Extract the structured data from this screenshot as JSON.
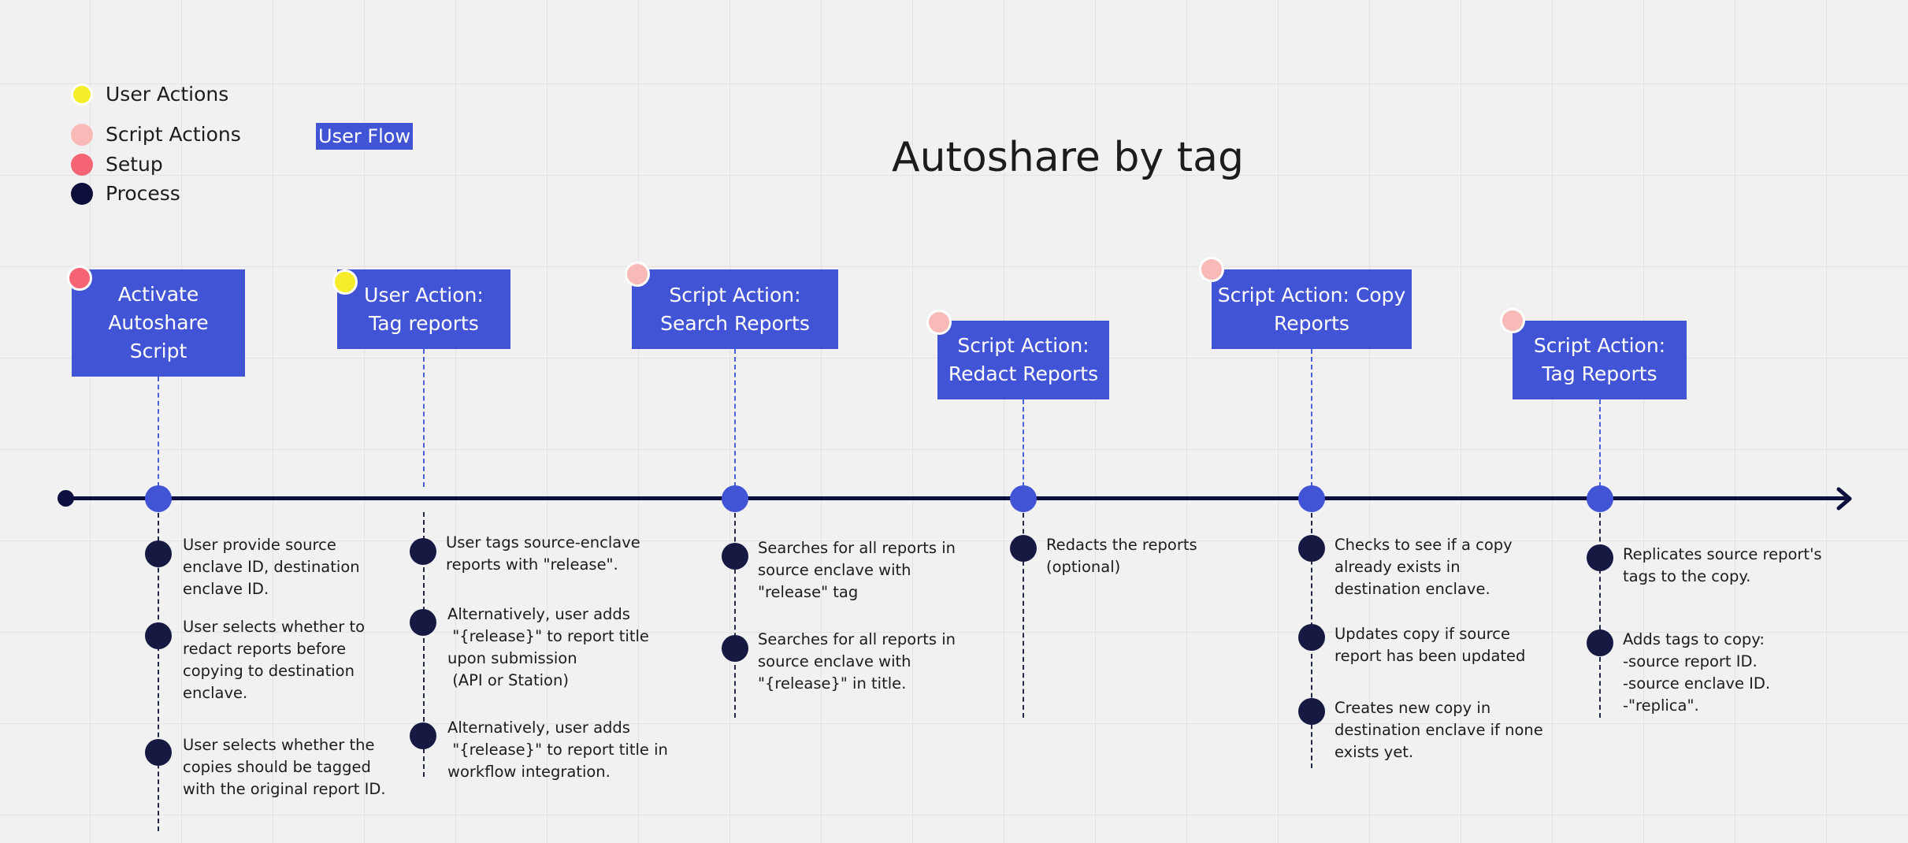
{
  "legend": [
    {
      "label": "User Actions",
      "color": "#f7ec2a"
    },
    {
      "label": "Script Actions",
      "color": "#f9b9b6"
    },
    {
      "label": "Setup",
      "color": "#f56475"
    },
    {
      "label": "Process",
      "color": "#0d0f3a"
    }
  ],
  "tag": "User Flow",
  "title": "Autoshare by tag",
  "steps": [
    {
      "label": "Activate\nAutoshare\nScript",
      "badge_color": "#f56475",
      "details": [
        "User provide source\nenclave ID, destination\nenclave ID.",
        "User selects whether to\nredact reports before\ncopying to destination\nenclave.",
        "User selects whether the\ncopies should be tagged\nwith the original report ID."
      ]
    },
    {
      "label": "User Action:\nTag reports",
      "badge_color": "#f7ec2a",
      "details": [
        "User tags source-enclave\nreports with \"release\".",
        "Alternatively, user adds\n \"{release}\" to report title\nupon submission\n (API or Station)",
        "Alternatively, user adds\n \"{release}\" to report title in\nworkflow integration."
      ]
    },
    {
      "label": "Script Action:\nSearch Reports",
      "badge_color": "#f9b9b6",
      "details": [
        "Searches for all reports in\nsource enclave with\n\"release\" tag",
        "Searches for all reports in\nsource enclave with\n\"{release}\" in title."
      ]
    },
    {
      "label": "Script Action:\nRedact Reports",
      "badge_color": "#f9b9b6",
      "details": [
        "Redacts the reports\n(optional)"
      ]
    },
    {
      "label": "Script Action: Copy\nReports",
      "badge_color": "#f9b9b6",
      "details": [
        "Checks to see if a copy\nalready exists in\ndestination enclave.",
        "Updates copy if source\nreport has been updated",
        "Creates new copy in\ndestination enclave if none\nexists yet."
      ]
    },
    {
      "label": "Script Action:\nTag Reports",
      "badge_color": "#f9b9b6",
      "details": [
        "Replicates source report's\ntags to the copy.",
        "Adds tags to copy:\n-source report ID.\n-source enclave ID.\n-\"replica\"."
      ]
    }
  ]
}
